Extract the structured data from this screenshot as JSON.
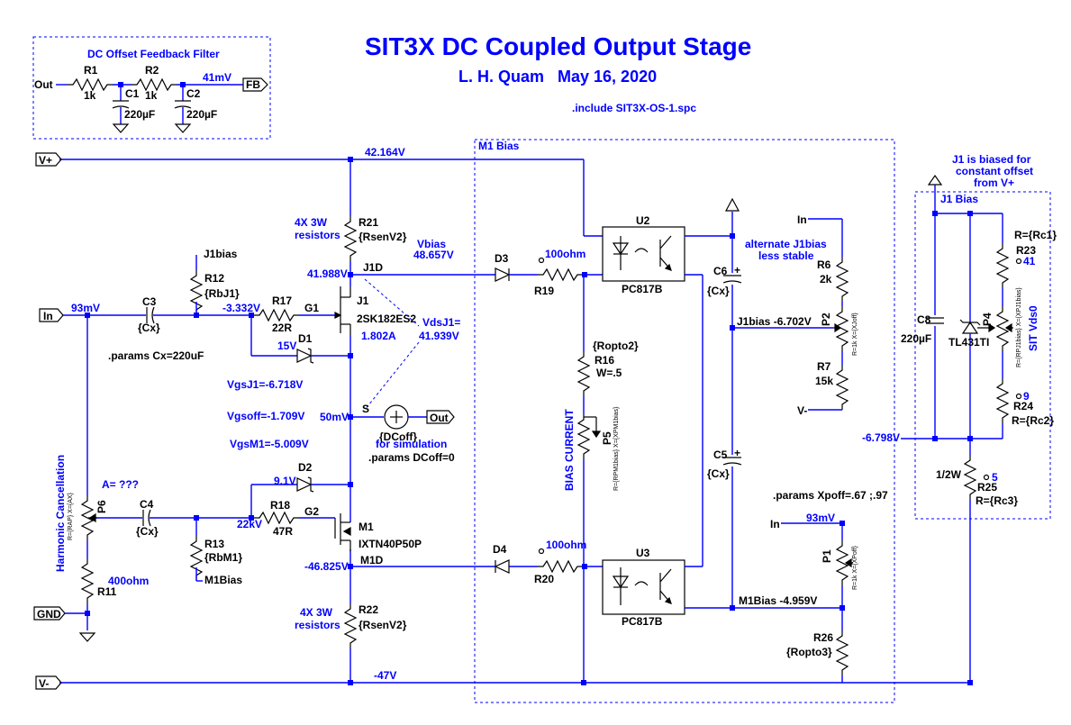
{
  "title": "SIT3X DC Coupled Output Stage",
  "subtitle": "L. H. Quam   May 16, 2020",
  "include": ".include SIT3X-OS-1.spc",
  "filter": {
    "title": "DC Offset Feedback Filter",
    "out": "Out",
    "fb": "FB",
    "voltage": "41mV",
    "r1": "R1",
    "r1v": "1k",
    "r2": "R2",
    "r2v": "1k",
    "c1": "C1",
    "c1v": "220µF",
    "c2": "C2",
    "c2v": "220µF"
  },
  "ports": {
    "vplus": "V+",
    "in": "In",
    "gnd": "GND",
    "vminus": "V-",
    "out": "Out"
  },
  "nets": {
    "vplus_v": "42.164V",
    "in_v": "93mV",
    "g1_v": "-3.332V",
    "g1": "G1",
    "j1d": "J1D",
    "j1d_v": "41.988V",
    "vbias": "Vbias",
    "vbias_v": "48.657V",
    "vdsj1": "VdsJ1=",
    "vdsj1_v": "41.939V",
    "vgsj1": "VgsJ1=-6.718V",
    "vgsoff": "Vgsoff=-1.709V",
    "vgsm1": "VgsM1=-5.009V",
    "s": "S",
    "s_v": "50mV",
    "g2": "G2",
    "g2_v": "22kV",
    "m1d": "M1D",
    "m1d_v": "-46.825V",
    "vminus_v": "-47V",
    "j1bias": "J1bias",
    "j1bias_v": "J1bias -6.702V",
    "m1bias": "M1Bias",
    "m1bias_v": "M1Bias -4.959V",
    "neg6798": "-6.798V",
    "in93": "93mV",
    "j1bias_box": "J1 Bias",
    "a": "A= ???",
    "id": "1.802A",
    "ohm100a": "100ohm",
    "ohm100b": "100ohm",
    "ohm400": "400ohm",
    "n41": "41",
    "n9": "9",
    "n5": "5",
    "inR": "In"
  },
  "components": {
    "r21": "R21",
    "r21v": "{RsenV2}",
    "r21note": "4X 3W resistors",
    "r22": "R22",
    "r22v": "{RsenV2}",
    "r22note": "4X 3W resistors",
    "r12": "R12",
    "r12v": "{RbJ1}",
    "r17": "R17",
    "r17v": "22R",
    "r18": "R18",
    "r18v": "47R",
    "r13": "R13",
    "r13v": "{RbM1}",
    "c3": "C3",
    "c3v": "{Cx}",
    "c4": "C4",
    "c4v": "{Cx}",
    "d1": "D1",
    "d1v": "15V",
    "d2": "D2",
    "d2v": "9.1V",
    "d3": "D3",
    "d4": "D4",
    "j1": "J1",
    "j1v": "2SK182ES2",
    "m1": "M1",
    "m1v": "IXTN40P50P",
    "dcoff": "{DCoff}",
    "dcoff_note": "for simulation",
    "dcoff_param": ".params DCoff=0",
    "cx_param": ".params Cx=220uF",
    "p6": "P6",
    "p6v": "R={RAP} X={AX}",
    "harm": "Harmonic Cancellation",
    "r11": "R11",
    "r19": "R19",
    "r20": "R20",
    "r16": "R16",
    "r16v": "{Ropto2}",
    "r16w": "W=.5",
    "p5": "P5",
    "p5v": "R={RPM1bias} X={XPM1bias}",
    "bias_current": "BIAS CURRENT",
    "u2": "U2",
    "u2v": "PC817B",
    "u3": "U3",
    "u3v": "PC817B",
    "c5": "C5",
    "c5v": "{Cx}",
    "c6": "C6",
    "c6v": "{Cx}",
    "r6": "R6",
    "r6v": "2k",
    "r7": "R7",
    "r7v": "15k",
    "p2": "P2",
    "p2v": "R=1k X={XJoff}",
    "alt": "alternate J1bias",
    "alt2": "less stable",
    "p1": "P1",
    "p1v": "R=1k X={XPoff}",
    "xpoff": ".params Xpoff=.67 ;.97",
    "r26": "R26",
    "r26v": "{Ropto3}",
    "m1bias_box": "M1 Bias",
    "c8": "C8",
    "c8v": "220µF",
    "tl": "TL431TI",
    "p4": "P4",
    "p4v": "R={RPJ1bias} X={XPJ1bias}",
    "sitvds": "SIT Vds0",
    "r23": "R23",
    "r23v": "R={Rc1}",
    "r24": "R24",
    "r24v": "R={Rc2}",
    "r25": "R25",
    "r25v": "R={Rc3}",
    "r25w": "1/2W",
    "j1note1": "J1 is biased for",
    "j1note2": "constant offset",
    "j1note3": "from V+"
  },
  "colors": {
    "wire": "#0000ff",
    "component": "#000000",
    "background": "#ffffff"
  }
}
